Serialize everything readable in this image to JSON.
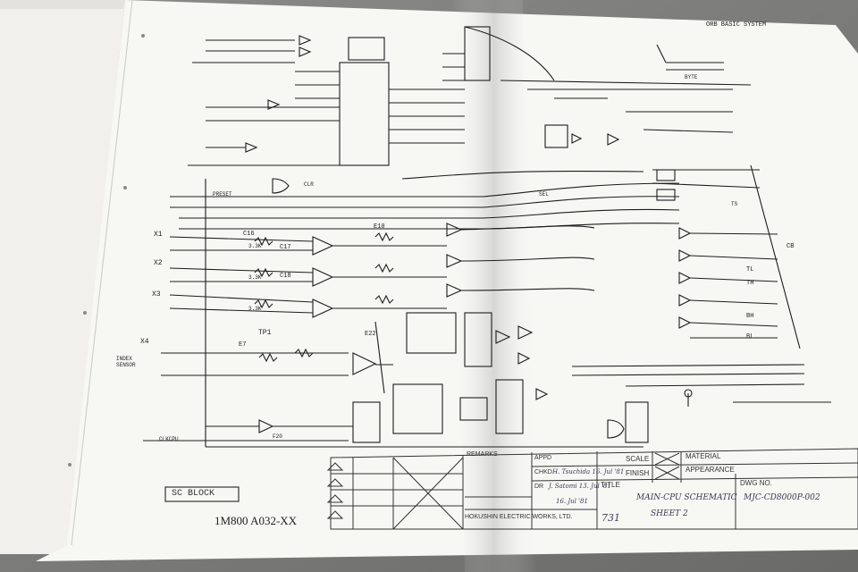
{
  "header": {
    "system": "ORB BASIC SYSTEM"
  },
  "block_label": "SC BLOCK",
  "drawing_code": "1M800 A032-XX",
  "title_block": {
    "remarks": "REMARKS",
    "appd": "APPD",
    "chkd": "CHKD",
    "dr": "DR",
    "chkd_sign": "H. Tsuchida 16. Jul '81",
    "dr_sign": "J. Satomi 13. Jul '81",
    "extra_sign": "16. Jul '81",
    "scale": "SCALE",
    "finish": "FINISH",
    "material": "MATERIAL",
    "appearance": "APPEARANCE",
    "title": "TITLE",
    "title_value": "MAIN-CPU SCHEMATIC",
    "sheet": "SHEET 2",
    "dwg_no": "DWG NO.",
    "dwg_value": "MJC-CD8000P-002",
    "company": "HOKUSHIN ELECTRIC WORKS, LTD.",
    "date_code": "731"
  },
  "signals": {
    "tp1": "TP1",
    "index_sensor": "INDEX SENSOR",
    "clk": "CLKCPU",
    "x1": "X1",
    "x2": "X2",
    "x3": "X3",
    "x4": "X4",
    "r1": "3.3K",
    "r2": "3.3K",
    "r3": "3.3K",
    "c1": "C16",
    "c2": "C17",
    "c3": "C18",
    "e10": "E10",
    "e22": "E22",
    "e7": "E7",
    "f20": "F20",
    "bl": "BL",
    "tl": "TL",
    "bh": "BH",
    "th": "TH",
    "cb": "CB",
    "prest": "PRESET",
    "clr": "CLR",
    "sel": "SEL",
    "byte": "BYTE",
    "ts": "TS"
  }
}
